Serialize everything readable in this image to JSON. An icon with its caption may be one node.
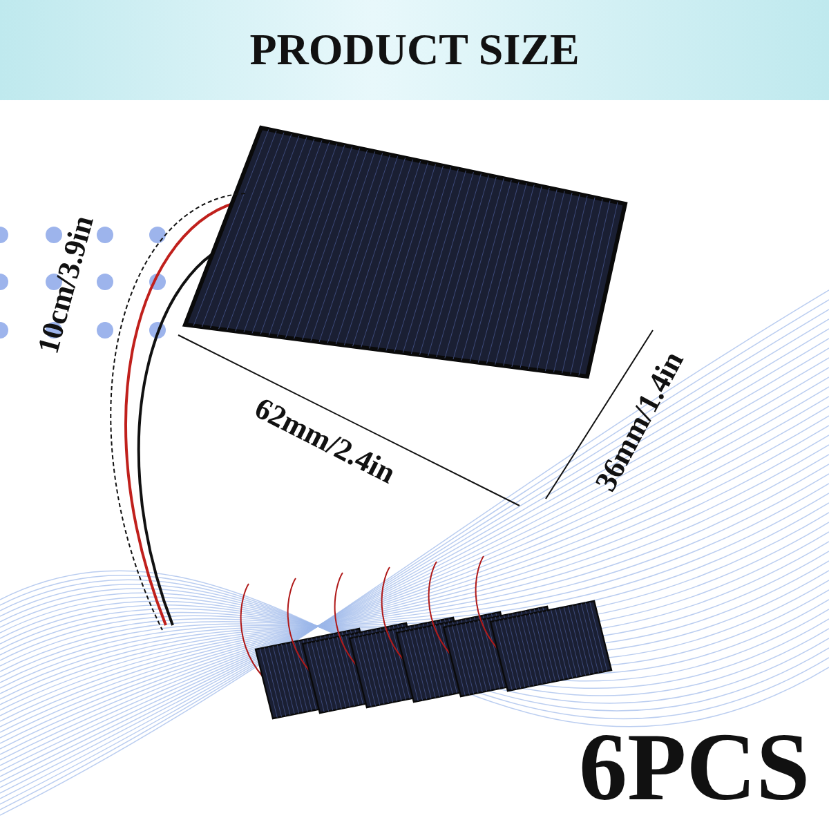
{
  "diagram": {
    "title": "PRODUCT SIZE",
    "labels": [
      "10cm/3.9in",
      "62mm/2.4in",
      "36mm/1.4in",
      "6PCS"
    ]
  }
}
